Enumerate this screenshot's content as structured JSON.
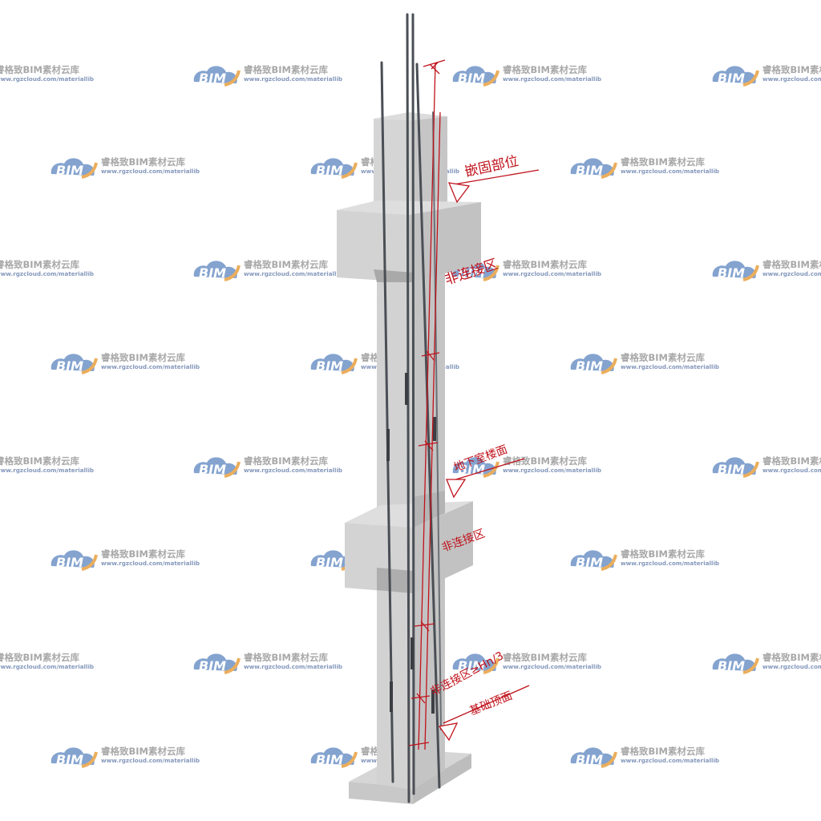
{
  "watermark": {
    "brand": "睿格致BIM素材云库",
    "url": "www.rgzcloud.com/materiallib",
    "logo_text": "BIM"
  },
  "annotations": {
    "beam_embed": "嵌固部位",
    "non_connect_upper": "非连接区",
    "basement_floor": "地下室楼面",
    "non_connect_middle": "非连接区",
    "non_connect_bottom": "非连接区≥Hn/3",
    "foundation_top": "基础顶面"
  },
  "colors": {
    "annotation": "#c0121b",
    "concrete": "#cfcfcf",
    "rebar": "#4a4f55",
    "watermark_cloud": "#6f93c7",
    "watermark_orange": "#e8a040"
  }
}
